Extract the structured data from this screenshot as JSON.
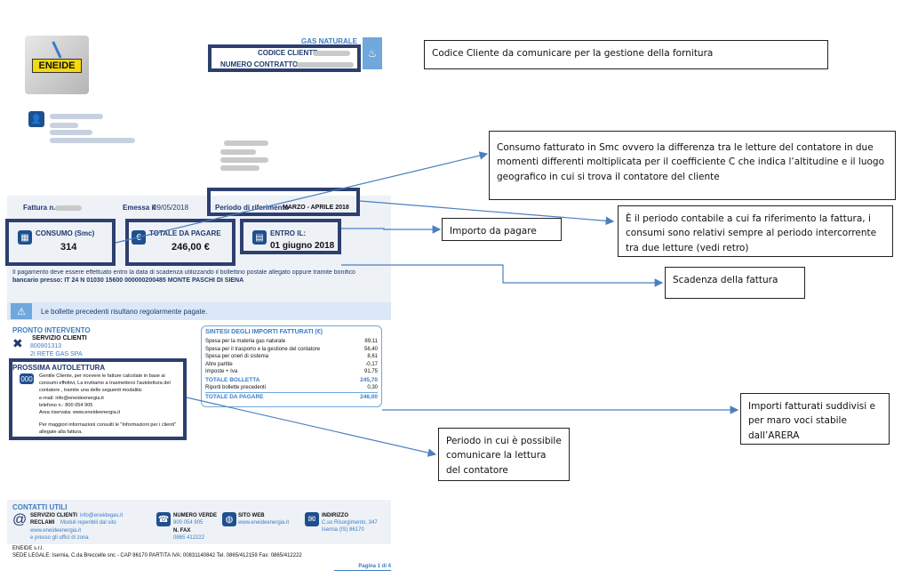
{
  "logo": {
    "text": "ENEIDE"
  },
  "header": {
    "product": "GAS NATURALE",
    "customer_code_label": "CODICE CLIENTE",
    "contract_number_label": "NUMERO CONTRATTO"
  },
  "invoice": {
    "number_label": "Fattura n.",
    "issued_label": "Emessa il",
    "issued_date": "09/05/2018",
    "period_label": "Periodo di riferimento",
    "period_value": "MARZO - APRILE 2018"
  },
  "boxes": {
    "consumo_label": "CONSUMO (Smc)",
    "consumo_value": "314",
    "totale_label": "TOTALE DA PAGARE",
    "totale_value": "246,00 €",
    "entro_label": "ENTRO IL:",
    "entro_value": "01 giugno 2018"
  },
  "payment": {
    "line1": "Il pagamento deve essere effettuato entro la data di scadenza utilizzando il bollettino postale allegato oppure tramite bonifico",
    "line2": "bancario presso: IT 24 N 01030 15600 000000200485 MONTE PASCHI DI SIENA"
  },
  "notice": {
    "text": "Le bollette precedenti risultano regolarmente pagate."
  },
  "pronto": {
    "title": "PRONTO INTERVENTO",
    "service_label": "SERVIZIO CLIENTI",
    "phone": "800901313",
    "company": "2I RETE GAS SPA"
  },
  "autolettura": {
    "title": "PROSSIMA AUTOLETTURA",
    "body": "Gentile Cliente, per ricevere le fatture calcolate in base ai consumi effettivi, La invitiamo a trasmetterci l'autolettura del contatore , tramite una delle seguenti modalità:",
    "email": "e-mail: info@eneideenergia.it",
    "phone": "telefono n.: 800 054 905",
    "area": "Area riservata: www.eneideenergia.it",
    "more": "Per maggiori informazioni consulti le \"Informazioni per i clienti\" allegate alla fattura."
  },
  "sintesi": {
    "title": "SINTESI DEGLI IMPORTI FATTURATI (€)",
    "rows": [
      {
        "label": "Spesa per la materia gas naturale",
        "value": "89,11"
      },
      {
        "label": "Spesa per il trasporto e la gestione del contatore",
        "value": "56,40"
      },
      {
        "label": "Spesa per oneri di sistema",
        "value": "8,61"
      },
      {
        "label": "Altre partite",
        "value": "-0,17"
      },
      {
        "label": "Imposte + Iva",
        "value": "91,75"
      }
    ],
    "totale_bolletta_label": "TOTALE BOLLETTA",
    "totale_bolletta_value": "245,70",
    "riporti_label": "Riporti bollette precedenti",
    "riporti_value": "0,30",
    "totale_pagare_label": "TOTALE DA PAGARE",
    "totale_pagare_value": "246,00"
  },
  "contatti": {
    "title": "CONTATTI UTILI",
    "servizio_label": "SERVIZIO CLIENTI",
    "servizio_email": "info@eneidegas.it",
    "reclami_label": "RECLAMI",
    "reclami_text": "Moduli reperibili dal sito",
    "reclami_site": "www.eneideenergia.it",
    "reclami_offices": "e presso gli uffici di zona",
    "numero_verde_label": "NUMERO VERDE",
    "numero_verde": "800 054 905",
    "fax_label": "N. FAX",
    "fax": "0865 412222",
    "sito_label": "SITO WEB",
    "sito": "www.eneideenergia.it",
    "indirizzo_label": "INDIRIZZO",
    "indirizzo_1": "C.so Risorgimento, 347",
    "indirizzo_2": "Isernia (IS) 86170"
  },
  "footer": {
    "company": "ENEIDE s.r.l.",
    "legal": "SEDE LEGALE: Isernia, C.da Breccelle snc - CAP 86170 PARTITA IVA: 00831140842 Tel. 0865/412159 Fax: 0865/412222",
    "page": "Pagina 1 di 4"
  },
  "annotations": {
    "codice": "Codice Cliente da comunicare per la gestione della fornitura",
    "consumo": "Consumo fatturato in Smc ovvero la differenza tra le letture del contatore in due momenti differenti moltiplicata per il coefficiente C che indica l’altitudine e il luogo geografico in cui si trova il contatore del cliente",
    "periodo": "È il periodo contabile a cui fa riferimento la fattura, i consumi sono relativi sempre al periodo intercorrente tra due letture (vedi retro)",
    "importo": "Importo da pagare",
    "scadenza": "Scadenza della fattura",
    "importi": "Importi fatturati suddivisi e per maro voci stabile dall’ARERA",
    "autolettura": "Periodo in cui è possibile comunicare la lettura del contatore"
  },
  "colors": {
    "navy": "#1f3a6e",
    "light_blue": "#3b7dc4",
    "frame": "#2d3f6e",
    "arrow": "#4a7fc0"
  }
}
